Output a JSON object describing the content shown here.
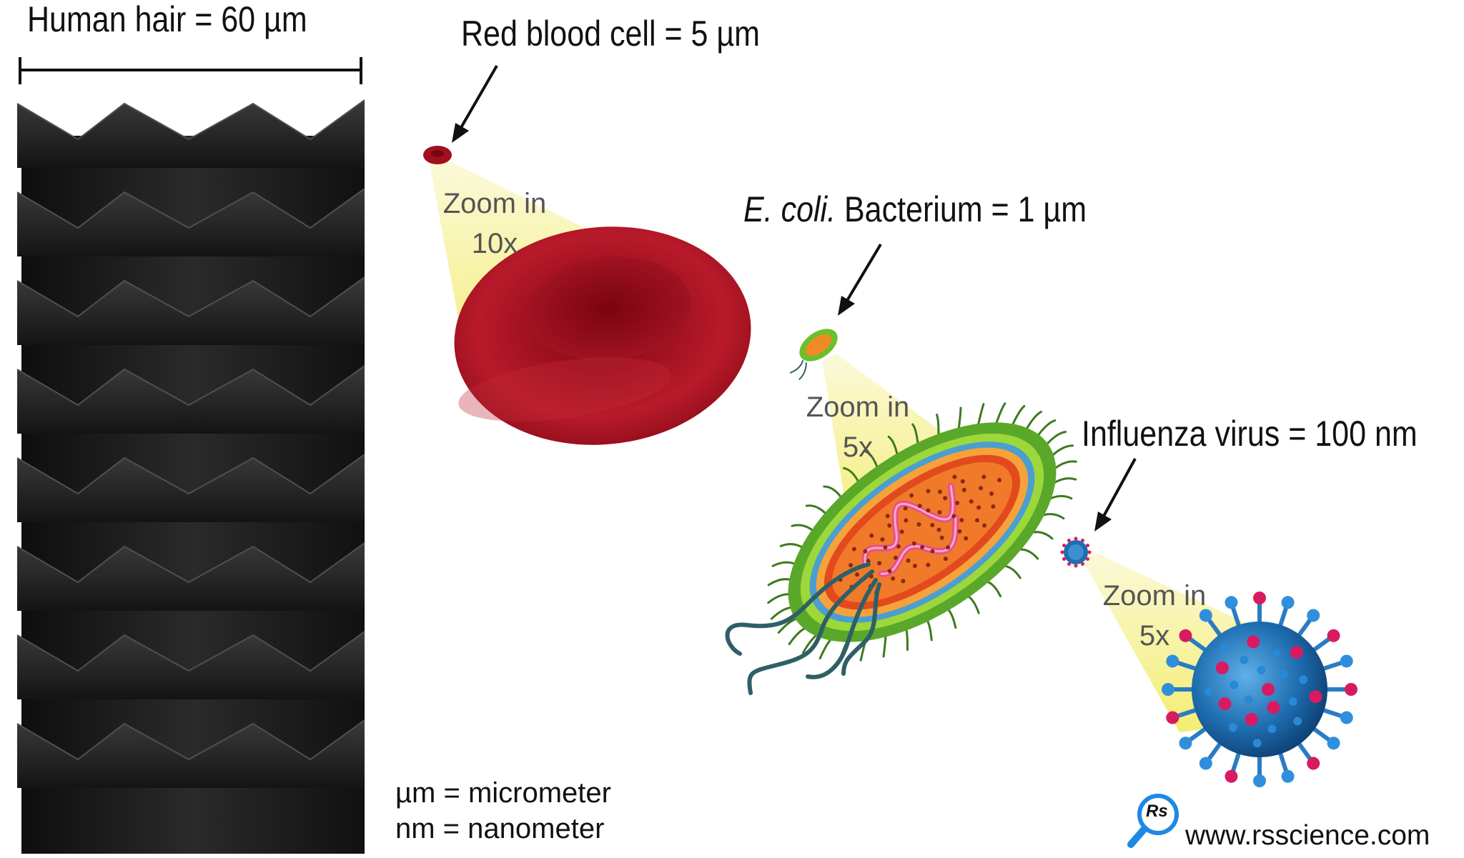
{
  "hair": {
    "label": "Human hair = 60 µm"
  },
  "rbc": {
    "label": "Red blood cell = 5 µm",
    "zoom_line1": "Zoom in",
    "zoom_line2": "10x"
  },
  "ecoli": {
    "label_italic": "E. coli.",
    "label_rest": " Bacterium = 1 µm",
    "zoom_line1": "Zoom in",
    "zoom_line2": "5x"
  },
  "virus": {
    "label": "Influenza virus = 100 nm",
    "zoom_line1": "Zoom in",
    "zoom_line2": "5x"
  },
  "legend": {
    "um": "µm = micrometer",
    "nm": "nm = nanometer"
  },
  "footer": {
    "logo_text": "Rs",
    "website": "www.rsscience.com"
  },
  "colors": {
    "hair": "#1c1c1c",
    "rbc": "#a0101e",
    "beam": "#f5f07a",
    "bacteria_outer": "#6cbf2c",
    "bacteria_inner": "#f08a24",
    "virus": "#1e6db0",
    "virus_spike_tip": "#d81b60",
    "logo": "#1e88e5"
  }
}
